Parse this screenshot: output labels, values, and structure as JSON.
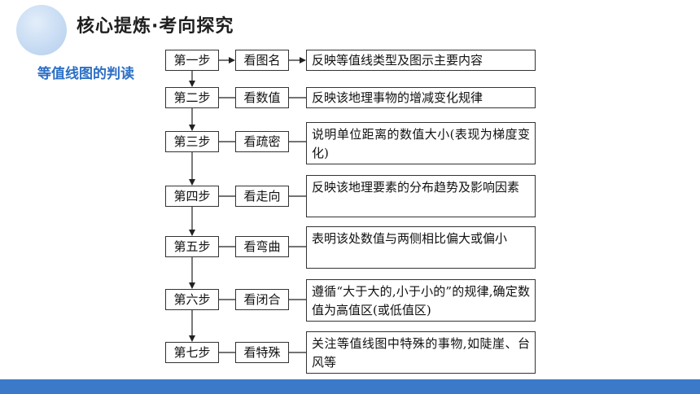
{
  "header": {
    "title": "核心提炼·考向探究",
    "subtitle": "等值线图的判读"
  },
  "flow": {
    "steps": [
      {
        "step": "第一步",
        "look": "看图名",
        "desc": "反映等值线类型及图示主要内容"
      },
      {
        "step": "第二步",
        "look": "看数值",
        "desc": "反映该地理事物的增减变化规律"
      },
      {
        "step": "第三步",
        "look": "看疏密",
        "desc": "说明单位距离的数值大小(表现为梯度变化)"
      },
      {
        "step": "第四步",
        "look": "看走向",
        "desc": "反映该地理要素的分布趋势及影响因素"
      },
      {
        "step": "第五步",
        "look": "看弯曲",
        "desc": "表明该处数值与两侧相比偏大或偏小"
      },
      {
        "step": "第六步",
        "look": "看闭合",
        "desc": "遵循“大于大的,小于小的”的规律,确定数值为高值区(或低值区)"
      },
      {
        "step": "第七步",
        "look": "看特殊",
        "desc": "关注等值线图中特殊的事物,如陡崖、台风等"
      }
    ]
  },
  "colors": {
    "accent": "#2b6fc6",
    "bar": "#3b79c9",
    "circle": "#c8dcf3"
  }
}
